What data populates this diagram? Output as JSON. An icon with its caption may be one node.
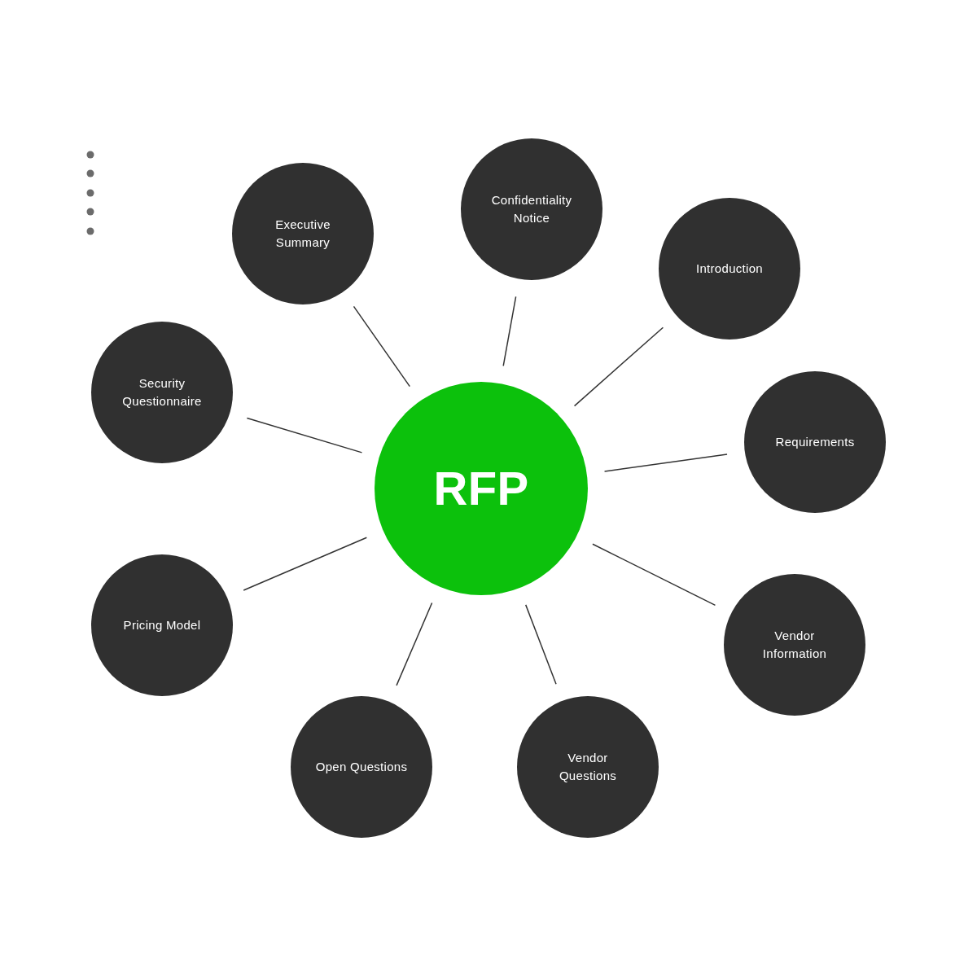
{
  "diagram": {
    "nodes": [
      {
        "text": [
          "RFP"
        ]
      },
      {
        "text": [
          "Executive Summary"
        ]
      },
      {
        "text": [
          "Confidentiality Notice"
        ]
      },
      {
        "text": [
          "Introduction"
        ]
      },
      {
        "text": [
          "Security Questionnaire"
        ]
      },
      {
        "text": [
          "Requirements"
        ]
      },
      {
        "text": [
          "Pricing Model"
        ]
      },
      {
        "text": [
          "Vendor Information"
        ]
      },
      {
        "text": [
          "Open Questions"
        ]
      },
      {
        "text": [
          "Vendor Questions"
        ]
      }
    ],
    "edges": [
      {
        "from": 0,
        "to": 1,
        "arrow": "none"
      },
      {
        "from": 0,
        "to": 2,
        "arrow": "none"
      },
      {
        "from": 0,
        "to": 3,
        "arrow": "none"
      },
      {
        "from": 0,
        "to": 4,
        "arrow": "none"
      },
      {
        "from": 0,
        "to": 5,
        "arrow": "none"
      },
      {
        "from": 0,
        "to": 6,
        "arrow": "none"
      },
      {
        "from": 0,
        "to": 7,
        "arrow": "none"
      },
      {
        "from": 0,
        "to": 8,
        "arrow": "none"
      },
      {
        "from": 0,
        "to": 9,
        "arrow": "none"
      }
    ]
  }
}
